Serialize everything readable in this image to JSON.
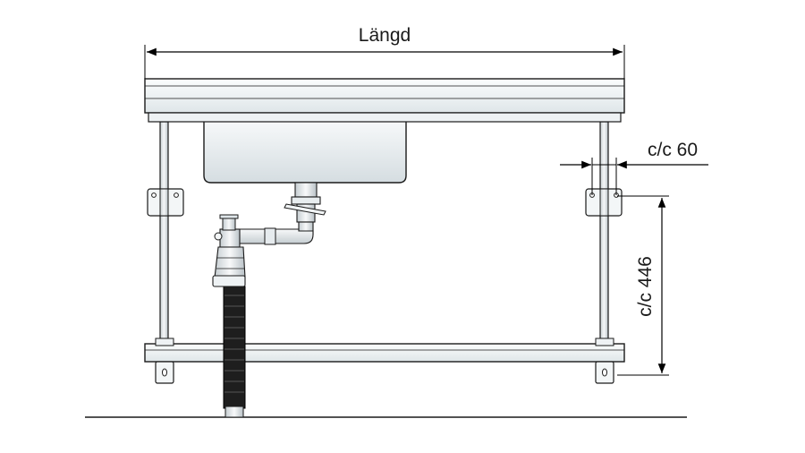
{
  "dimensions": {
    "length_label": "Längd",
    "bracket_spacing_label": "c/c 60",
    "vertical_spacing_label": "c/c 446"
  },
  "colors": {
    "line": "#1a1a1a",
    "frame_fill": "#f3f6f7",
    "sink_fill": "#eef2f4",
    "hose": "#1e1e1e",
    "arrow": "#000000"
  }
}
